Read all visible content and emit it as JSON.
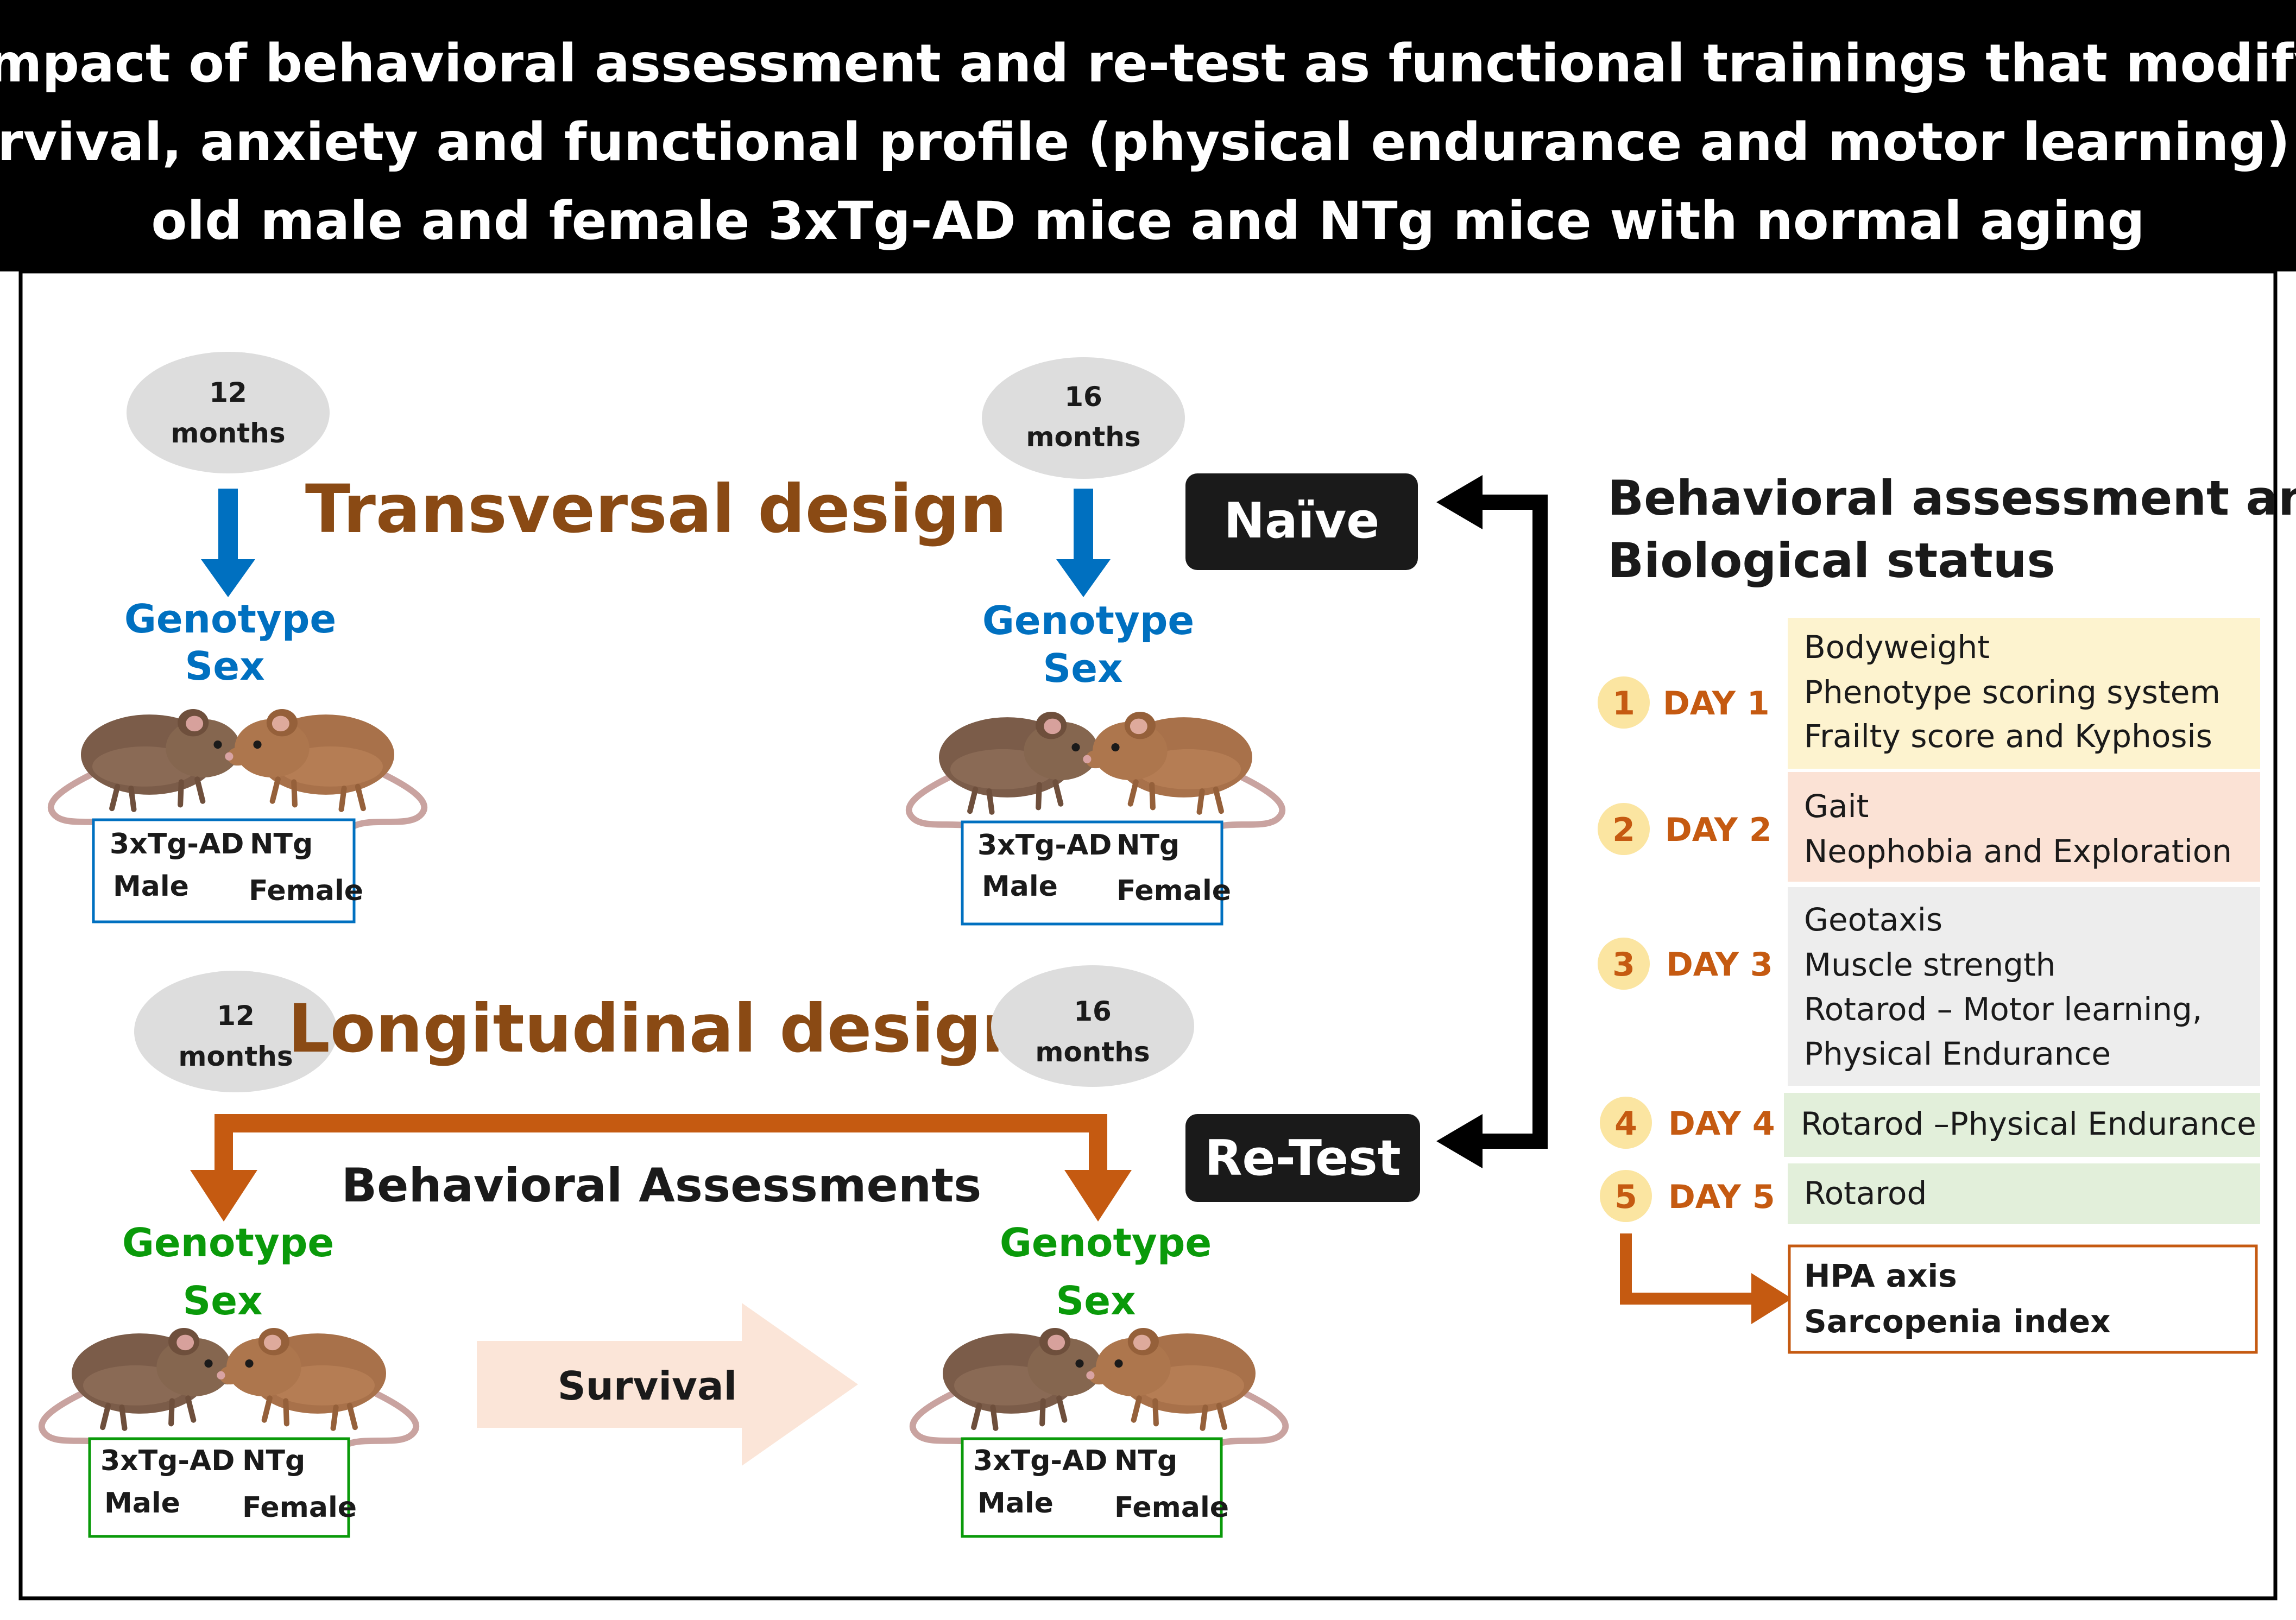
{
  "title": {
    "lines": [
      "Impact of behavioral assessment and re-test as functional trainings that modify",
      "survival, anxiety and functional profile (physical endurance and motor learning) of",
      "old male and female 3xTg-AD mice and NTg mice with normal aging"
    ]
  },
  "transversal": {
    "heading": "Transversal design",
    "groups": [
      {
        "age_num": "12",
        "age_unit": "months",
        "factor_1": "Genotype",
        "factor_2": "Sex",
        "box": {
          "genotype_a": "3xTg-AD",
          "genotype_b": "NTg",
          "sex_a": "Male",
          "sex_b": "Female"
        }
      },
      {
        "age_num": "16",
        "age_unit": "months",
        "factor_1": "Genotype",
        "factor_2": "Sex",
        "box": {
          "genotype_a": "3xTg-AD",
          "genotype_b": "NTg",
          "sex_a": "Male",
          "sex_b": "Female"
        }
      }
    ]
  },
  "longitudinal": {
    "heading": "Longitudinal design",
    "ages": [
      {
        "age_num": "12",
        "age_unit": "months"
      },
      {
        "age_num": "16",
        "age_unit": "months"
      }
    ],
    "assessments_label": "Behavioral Assessments",
    "survival_label": "Survival",
    "groups": [
      {
        "factor_1": "Genotype",
        "factor_2": "Sex",
        "box": {
          "genotype_a": "3xTg-AD",
          "genotype_b": "NTg",
          "sex_a": "Male",
          "sex_b": "Female"
        }
      },
      {
        "factor_1": "Genotype",
        "factor_2": "Sex",
        "box": {
          "genotype_a": "3xTg-AD",
          "genotype_b": "NTg",
          "sex_a": "Male",
          "sex_b": "Female"
        }
      }
    ]
  },
  "conditions": {
    "naive": "Naïve",
    "retest": "Re-Test"
  },
  "assessment": {
    "heading_lines": [
      "Behavioral assessment and",
      "Biological status"
    ],
    "days": [
      {
        "num": "1",
        "label": "DAY 1",
        "color": "#fdf3cf",
        "items": [
          "Bodyweight",
          "Phenotype scoring system",
          "Frailty score and Kyphosis"
        ]
      },
      {
        "num": "2",
        "label": "DAY 2",
        "color": "#fbe2d5",
        "items": [
          "Gait",
          "Neophobia and Exploration"
        ]
      },
      {
        "num": "3",
        "label": "DAY 3",
        "color": "#ededed",
        "items": [
          "Geotaxis",
          "Muscle strength",
          "Rotarod – Motor learning,",
          "Physical Endurance"
        ]
      },
      {
        "num": "4",
        "label": "DAY 4",
        "color": "#e2efda",
        "items": [
          "Rotarod –Physical Endurance"
        ]
      },
      {
        "num": "5",
        "label": "DAY 5",
        "color": "#e2efda",
        "items": [
          "Rotarod"
        ]
      }
    ],
    "outcome": [
      "HPA axis",
      "Sarcopenia  index"
    ]
  },
  "colors": {
    "brown_heading": "#8a4a14",
    "orange": "#c55a11",
    "blue": "#0070c0",
    "green": "#0a9a0a",
    "dark": "#1a1a1a",
    "grey_oval": "#dddddd",
    "badge": "#fbe5a1",
    "survival_arrow": "#fbe5d8"
  },
  "icons": {
    "mouse": "mouse-icon",
    "down_arrow": "down-arrow-icon",
    "bracket_arrow": "bracket-arrow-icon",
    "survival_arrow": "right-arrow-icon"
  }
}
